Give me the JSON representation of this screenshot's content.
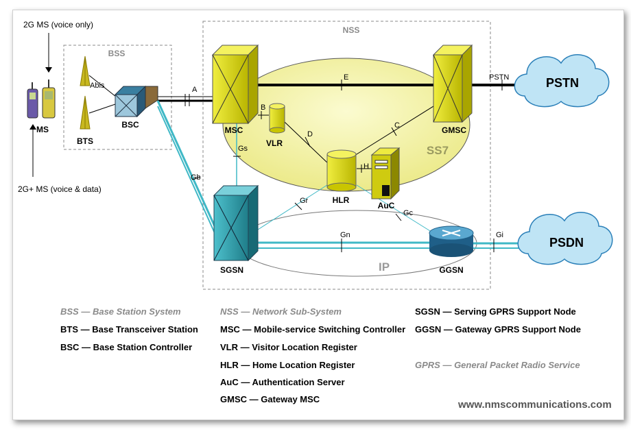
{
  "title_ms_voice": "2G MS (voice only)",
  "title_ms_data": "2G+ MS (voice & data)",
  "nodes": {
    "ms": "MS",
    "bts": "BTS",
    "bsc": "BSC",
    "msc": "MSC",
    "vlr": "VLR",
    "hlr": "HLR",
    "auc": "AuC",
    "gmsc": "GMSC",
    "sgsn": "SGSN",
    "ggsn": "GGSN",
    "pstn": "PSTN",
    "psdn": "PSDN"
  },
  "groups": {
    "bss": "BSS",
    "nss": "NSS",
    "ss7": "SS7",
    "ip": "IP"
  },
  "interfaces": {
    "abis": "Abis",
    "a": "A",
    "b": "B",
    "c": "C",
    "d": "D",
    "e": "E",
    "h": "H",
    "gs": "Gs",
    "gb": "Gb",
    "gr": "Gr",
    "gc": "Gc",
    "gn": "Gn",
    "gi": "Gi",
    "pstn_link": "PSTN"
  },
  "legend": {
    "col1": [
      {
        "text": "BSS — Base Station System",
        "muted": true
      },
      {
        "text": "BTS — Base Transceiver Station",
        "muted": false
      },
      {
        "text": "BSC — Base Station Controller",
        "muted": false
      }
    ],
    "col2": [
      {
        "text": "NSS — Network Sub-System",
        "muted": true
      },
      {
        "text": "MSC — Mobile-service Switching Controller",
        "muted": false
      },
      {
        "text": "VLR — Visitor Location Register",
        "muted": false
      },
      {
        "text": "HLR — Home Location Register",
        "muted": false
      },
      {
        "text": "AuC — Authentication Server",
        "muted": false
      },
      {
        "text": "GMSC — Gateway MSC",
        "muted": false
      }
    ],
    "col3": [
      {
        "text": "SGSN — Serving GPRS Support Node",
        "muted": false
      },
      {
        "text": "GGSN — Gateway GPRS Support Node",
        "muted": false
      },
      {
        "text": "",
        "muted": false
      },
      {
        "text": "GPRS — General Packet Radio Service",
        "muted": true
      }
    ]
  },
  "credit": "www.nmscommunications.com",
  "colors": {
    "switch_yellow": "#d8d400",
    "ss7_fill": "#f4f3a8",
    "link_cyan": "#3fb8c6",
    "sgsn_teal": "#2a9aa8",
    "cloud_blue": "#bfe4f5",
    "ggsn_blue": "#2f7fa8"
  }
}
